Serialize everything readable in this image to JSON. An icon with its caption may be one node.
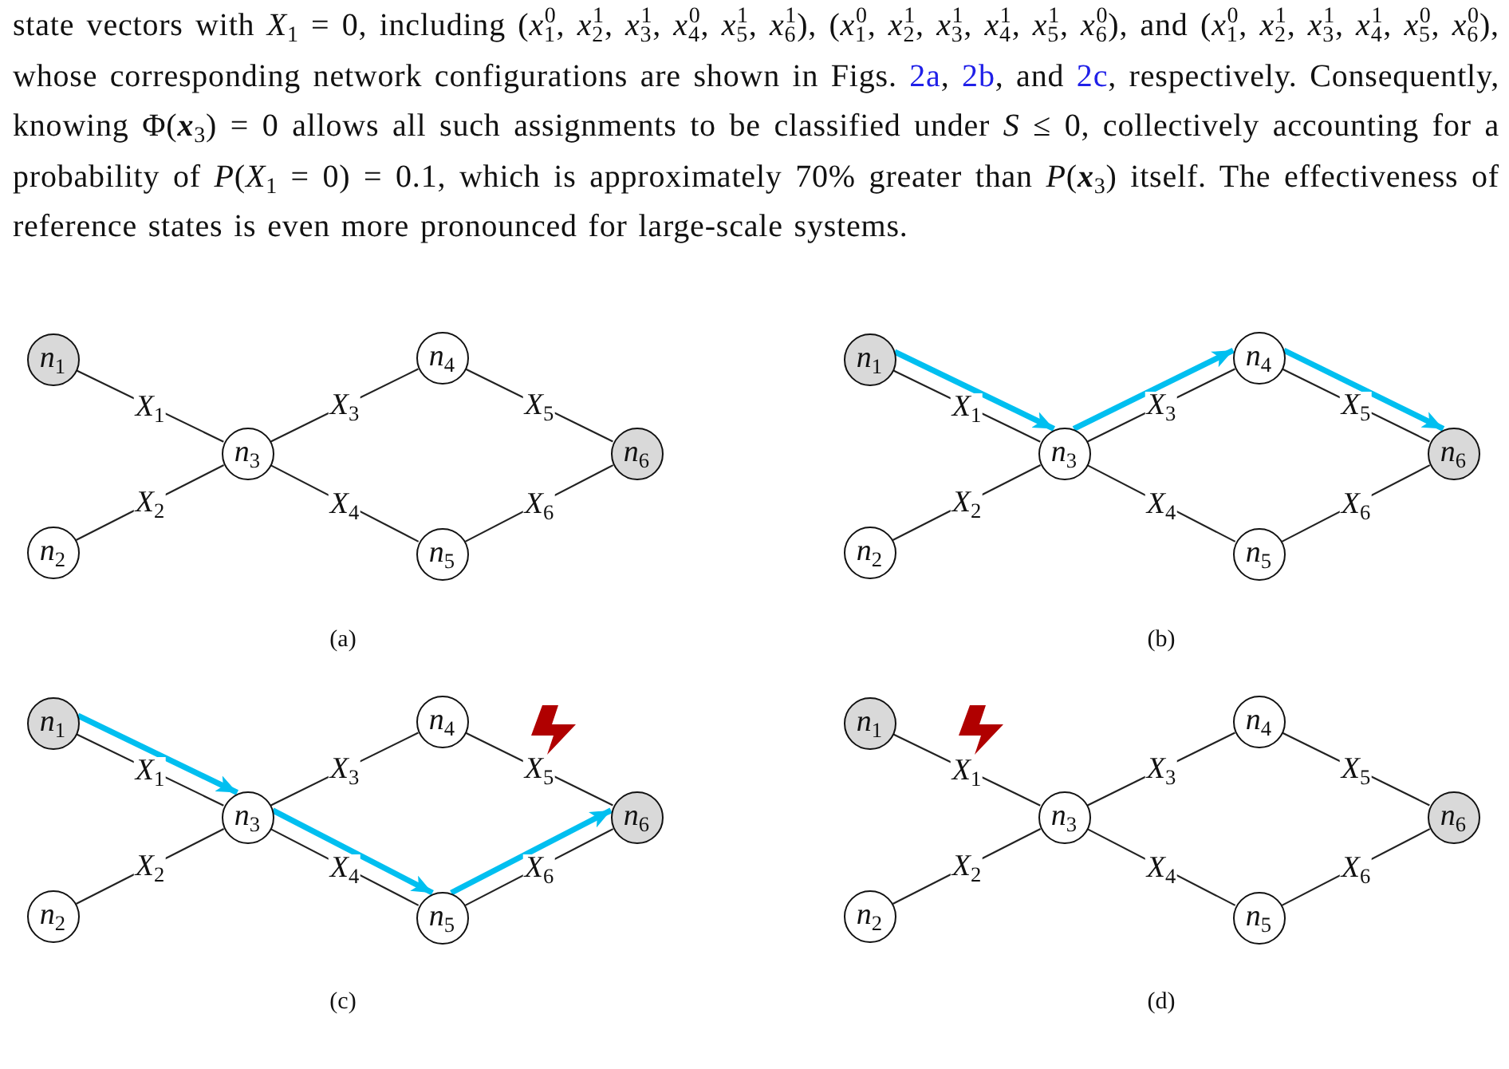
{
  "diagram": {
    "nodes": [
      {
        "text": [
          "n$_{1}$"
        ]
      },
      {
        "text": [
          "n$_{2}$"
        ]
      },
      {
        "text": [
          "n$_{3}$"
        ]
      },
      {
        "text": [
          "n$_{4}$"
        ]
      },
      {
        "text": [
          "n$_{5}$"
        ]
      },
      {
        "text": [
          "n$_{6}$"
        ]
      },
      {
        "text": [
          "n$_{1}$"
        ]
      },
      {
        "text": [
          "n$_{2}$"
        ]
      },
      {
        "text": [
          "n$_{3}$"
        ]
      },
      {
        "text": [
          "n$_{4}$"
        ]
      },
      {
        "text": [
          "n$_{5}$"
        ]
      },
      {
        "text": [
          "n$_{6}$"
        ]
      },
      {
        "text": [
          "n$_{1}$"
        ]
      },
      {
        "text": [
          "n$_{2}$"
        ]
      },
      {
        "text": [
          "n$_{3}$"
        ]
      },
      {
        "text": [
          "n$_{4}$"
        ]
      },
      {
        "text": [
          "n$_{5}$"
        ]
      },
      {
        "text": [
          "n$_{6}$"
        ]
      },
      {
        "text": [
          "n$_{1}$"
        ]
      },
      {
        "text": [
          "n$_{2}$"
        ]
      },
      {
        "text": [
          "n$_{3}$"
        ]
      },
      {
        "text": [
          "n$_{4}$"
        ]
      },
      {
        "text": [
          "n$_{5}$"
        ]
      },
      {
        "text": [
          "n$_{6}$"
        ]
      }
    ],
    "edges": [
      {
        "from": 0,
        "to": 2,
        "arrow": "none",
        "label": "X$_{1}$"
      },
      {
        "from": 1,
        "to": 2,
        "arrow": "none",
        "label": "X$_{2}$"
      },
      {
        "from": 2,
        "to": 3,
        "arrow": "none",
        "label": "X$_{3}$"
      },
      {
        "from": 2,
        "to": 4,
        "arrow": "none",
        "label": "X$_{4}$"
      },
      {
        "from": 3,
        "to": 5,
        "arrow": "none",
        "label": "X$_{5}$"
      },
      {
        "from": 4,
        "to": 5,
        "arrow": "none",
        "label": "X$_{6}$"
      },
      {
        "from": 6,
        "to": 8,
        "arrow": "none",
        "label": "X$_{1}$"
      },
      {
        "from": 7,
        "to": 8,
        "arrow": "none",
        "label": "X$_{2}$"
      },
      {
        "from": 8,
        "to": 9,
        "arrow": "none",
        "label": "X$_{3}$"
      },
      {
        "from": 8,
        "to": 10,
        "arrow": "none",
        "label": "X$_{4}$"
      },
      {
        "from": 9,
        "to": 11,
        "arrow": "none",
        "label": "X$_{5}$"
      },
      {
        "from": 10,
        "to": 11,
        "arrow": "none",
        "label": "X$_{6}$"
      },
      {
        "from": 6,
        "to": 8,
        "arrow": "to",
        "style": "thick",
        "color": "#00bff0"
      },
      {
        "from": 8,
        "to": 9,
        "arrow": "to",
        "style": "thick",
        "color": "#00bff0"
      },
      {
        "from": 9,
        "to": 11,
        "arrow": "to",
        "style": "thick",
        "color": "#00bff0"
      },
      {
        "from": 12,
        "to": 14,
        "arrow": "none",
        "label": "X$_{1}$"
      },
      {
        "from": 13,
        "to": 14,
        "arrow": "none",
        "label": "X$_{2}$"
      },
      {
        "from": 14,
        "to": 15,
        "arrow": "none",
        "label": "X$_{3}$"
      },
      {
        "from": 14,
        "to": 16,
        "arrow": "none",
        "label": "X$_{4}$"
      },
      {
        "from": 15,
        "to": 17,
        "arrow": "none",
        "label": "X$_{5}$"
      },
      {
        "from": 16,
        "to": 17,
        "arrow": "none",
        "label": "X$_{6}$"
      },
      {
        "from": 12,
        "to": 14,
        "arrow": "to",
        "style": "thick",
        "color": "#00bff0"
      },
      {
        "from": 14,
        "to": 16,
        "arrow": "to",
        "style": "thick",
        "color": "#00bff0"
      },
      {
        "from": 16,
        "to": 17,
        "arrow": "to",
        "style": "thick",
        "color": "#00bff0"
      },
      {
        "from": 18,
        "to": 20,
        "arrow": "none",
        "label": "X$_{1}$"
      },
      {
        "from": 19,
        "to": 20,
        "arrow": "none",
        "label": "X$_{2}$"
      },
      {
        "from": 20,
        "to": 21,
        "arrow": "none",
        "label": "X$_{3}$"
      },
      {
        "from": 20,
        "to": 22,
        "arrow": "none",
        "label": "X$_{4}$"
      },
      {
        "from": 21,
        "to": 23,
        "arrow": "none",
        "label": "X$_{5}$"
      },
      {
        "from": 22,
        "to": 23,
        "arrow": "none",
        "label": "X$_{6}$"
      }
    ],
    "labels": [
      "state vectors with *X*$_{1}$ = 0, including (*x*$_{1}$$^{0}$, *x*$_{2}$$^{1}$, *x*$_{3}$$^{1}$, *x*$_{4}$$^{0}$, *x*$_{5}$$^{1}$, *x*$_{6}$$^{1}$), (*x*$_{1}$$^{0}$, *x*$_{2}$$^{1}$, *x*$_{3}$$^{1}$, *x*$_{4}$$^{1}$, *x*$_{5}$$^{1}$, *x*$_{6}$$^{0}$), and (*x*$_{1}$$^{0}$, *x*$_{2}$$^{1}$, *x*$_{3}$$^{1}$, *x*$_{4}$$^{1}$, *x*$_{5}$$^{0}$, *x*$_{6}$$^{0}$), whose corresponding network configurations are shown in Figs.",
      "2a",
      ",",
      "2b",
      ", and",
      "2c",
      ", respectively. Consequently, knowing Φ(**x**$_{3}$) = 0 allows all such assignments to be classified under *S* ≤ 0, collectively accounting for a probability of *P*(*X*$_{1}$ = 0) = 0.1, which is approximately 70% greater than *P*(**x**$_{3}$) itself. The effectiveness of reference states is even more pronounced for large-scale systems.",
      "(a)",
      "(b)",
      "(c)",
      "(d)"
    ]
  }
}
